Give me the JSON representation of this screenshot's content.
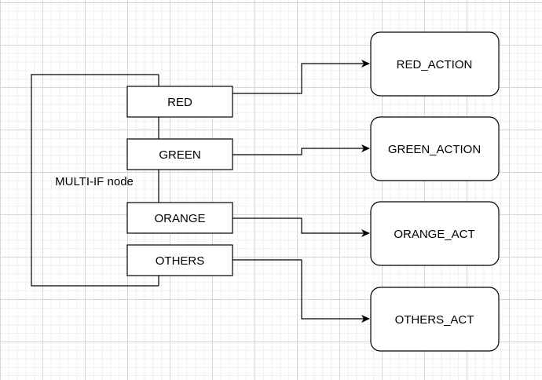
{
  "diagram": {
    "multi_if_label": "MULTI-IF node",
    "cases": [
      {
        "label": "RED",
        "action": "RED_ACTION"
      },
      {
        "label": "GREEN",
        "action": "GREEN_ACTION"
      },
      {
        "label": "ORANGE",
        "action": "ORANGE_ACT"
      },
      {
        "label": "OTHERS",
        "action": "OTHERS_ACT"
      }
    ]
  }
}
